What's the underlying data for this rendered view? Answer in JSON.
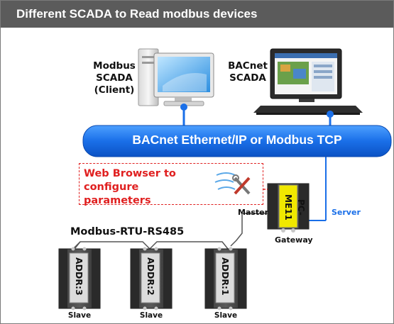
{
  "header": {
    "title": "Different SCADA to Read modbus devices"
  },
  "modbus_scada": {
    "line1": "Modbus",
    "line2": "SCADA",
    "line3": "(Client)"
  },
  "bacnet_scada": {
    "line1": "BACnet",
    "line2": "SCADA"
  },
  "bus": {
    "label": "BACnet Ethernet/IP or Modbus TCP"
  },
  "web_config": {
    "label": "Web Browser to\nconfigure parameters"
  },
  "gateway": {
    "model": "PC-ME11",
    "caption": "Gateway",
    "role_left": "Master",
    "role_right": "Server"
  },
  "rs485": {
    "label": "Modbus-RTU-RS485"
  },
  "slaves": [
    {
      "addr": "ADDR:3",
      "caption": "Slave"
    },
    {
      "addr": "ADDR:2",
      "caption": "Slave"
    },
    {
      "addr": "ADDR:1",
      "caption": "Slave"
    }
  ],
  "colors": {
    "title_bar": "#5b5b5b",
    "bus_blue": "#1a6fe8",
    "annotation_red": "#e02020",
    "gateway_label": "#f0e800"
  }
}
